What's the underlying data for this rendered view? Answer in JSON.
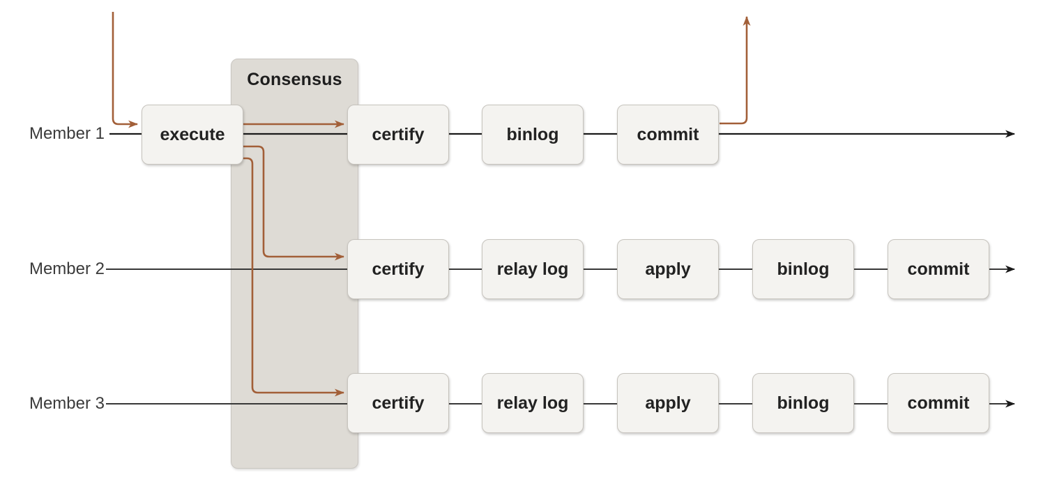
{
  "diagram": {
    "consensus_label": "Consensus",
    "members": [
      {
        "label": "Member 1",
        "stages": [
          "execute",
          "certify",
          "binlog",
          "commit"
        ]
      },
      {
        "label": "Member 2",
        "stages": [
          "certify",
          "relay log",
          "apply",
          "binlog",
          "commit"
        ]
      },
      {
        "label": "Member 3",
        "stages": [
          "certify",
          "relay log",
          "apply",
          "binlog",
          "commit"
        ]
      }
    ],
    "colors": {
      "background": "#ffffff",
      "arrow_accent": "#a25f38",
      "timeline_member1": "#1a1a1a",
      "timeline_member23": "#383838",
      "band_fill": "#dedbd5",
      "band_border": "#c9c6c1",
      "box_fill": "#f4f3f0",
      "box_border": "#c6c3bd",
      "box_text": "#222222",
      "member_label_text": "#3b3b3b",
      "consensus_text": "#1e1e1e"
    }
  }
}
